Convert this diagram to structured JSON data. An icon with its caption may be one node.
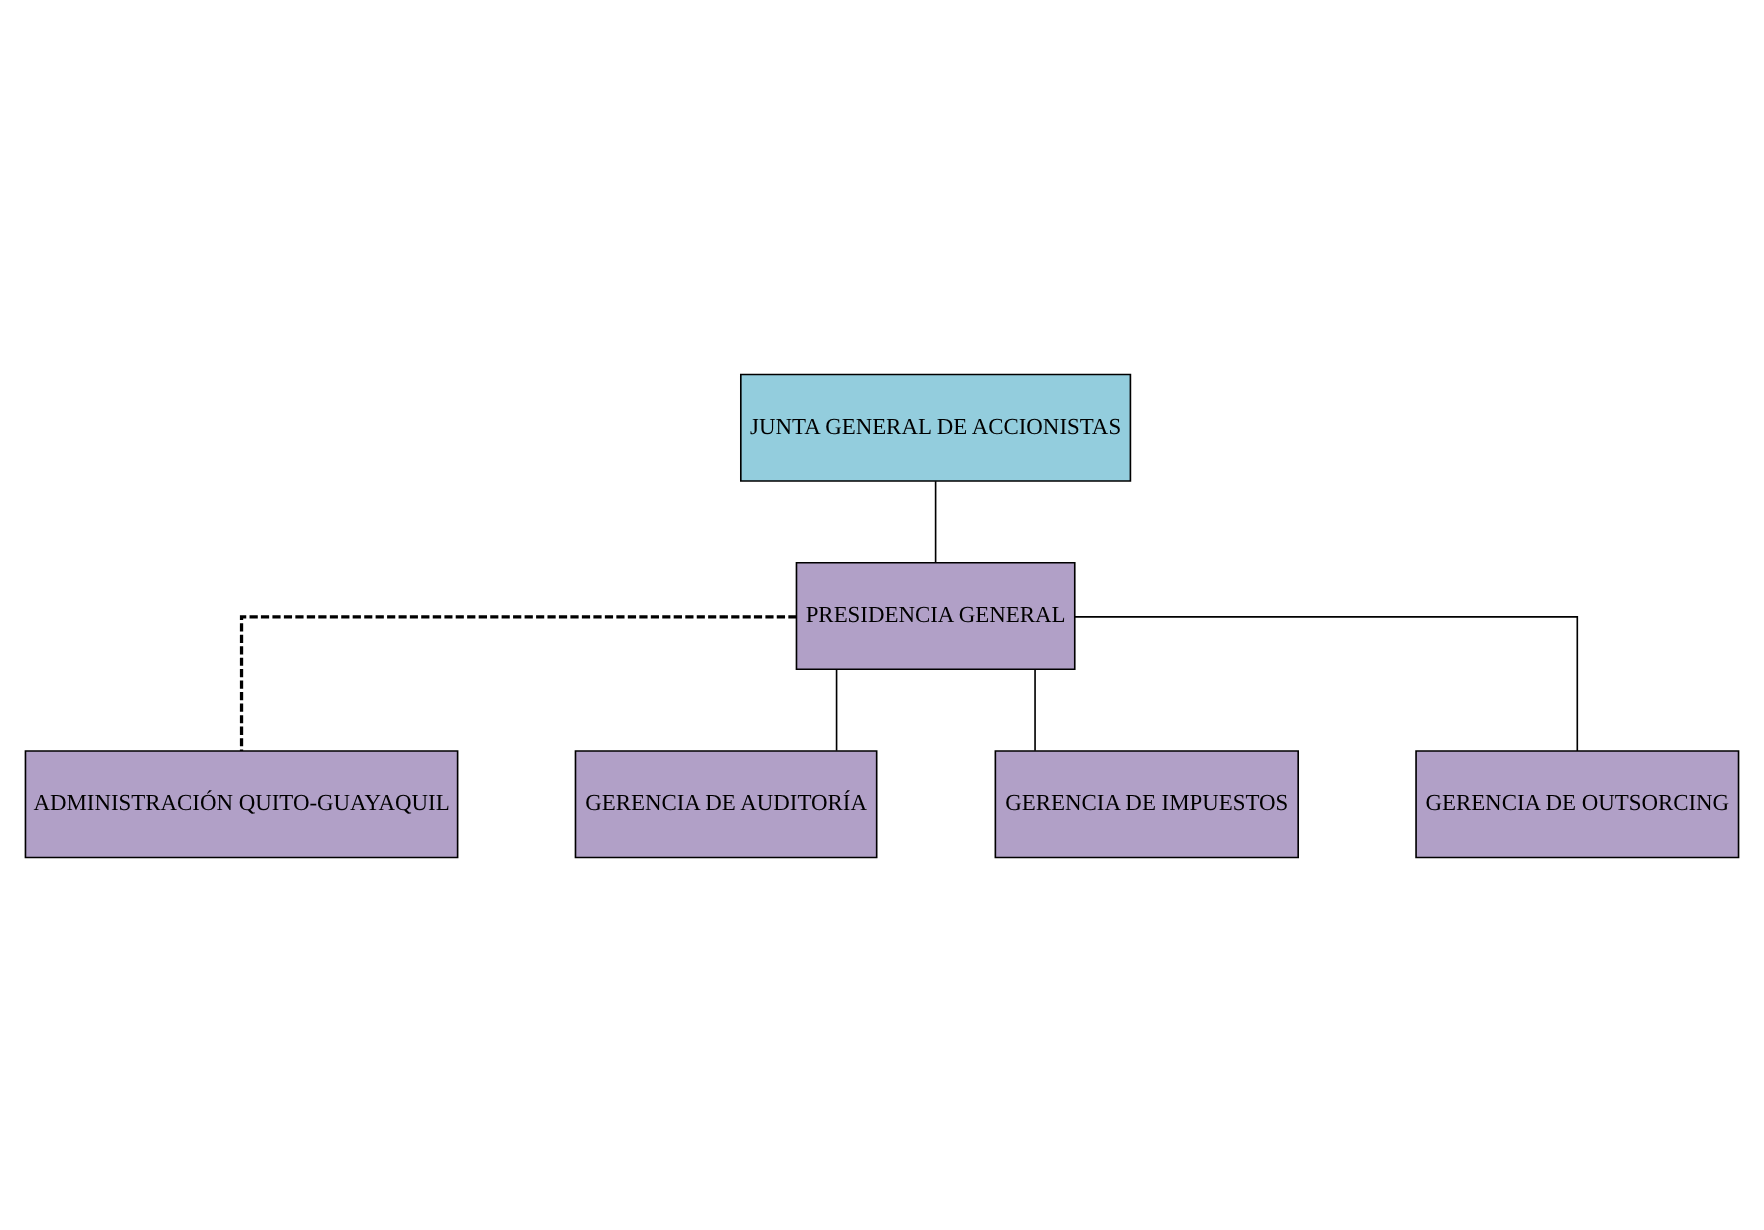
{
  "diagram": {
    "nodes": [
      {
        "text": [
          "JUNTA GENERAL DE ACCIONISTAS"
        ]
      },
      {
        "text": [
          "PRESIDENCIA GENERAL"
        ]
      },
      {
        "text": [
          "ADMINISTRACIÓN QUITO-GUAYAQUIL"
        ]
      },
      {
        "text": [
          "GERENCIA DE AUDITORÍA"
        ]
      },
      {
        "text": [
          "GERENCIA DE IMPUESTOS"
        ]
      },
      {
        "text": [
          "GERENCIA DE OUTSORCING"
        ]
      }
    ],
    "edges": [
      {
        "from": 0,
        "to": 1,
        "arrow": "none"
      },
      {
        "from": 1,
        "to": 2,
        "arrow": "none",
        "style": "dashed"
      },
      {
        "from": 1,
        "to": 3,
        "arrow": "none"
      },
      {
        "from": 1,
        "to": 4,
        "arrow": "none"
      },
      {
        "from": 1,
        "to": 5,
        "arrow": "none"
      }
    ]
  }
}
